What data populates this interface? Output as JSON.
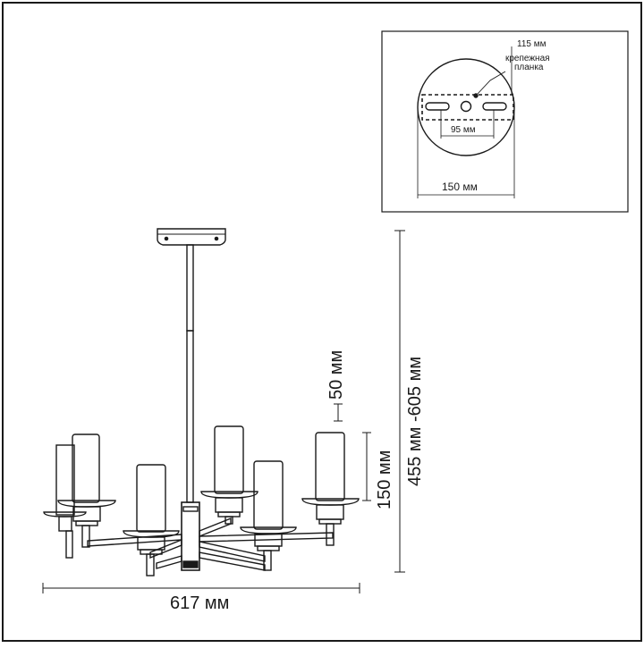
{
  "inset": {
    "dim_bracket": "115 мм",
    "bracket_label_line1": "крепежная",
    "bracket_label_line2": "планка",
    "dim_holes": "95 мм",
    "dim_canopy": "150 мм"
  },
  "dimensions": {
    "width": "617 мм",
    "height": "455 мм -605 мм",
    "shade_height": "150 мм",
    "shade_gap": "50 мм"
  },
  "colors": {
    "line": "#1a1a1a",
    "background": "#ffffff"
  }
}
